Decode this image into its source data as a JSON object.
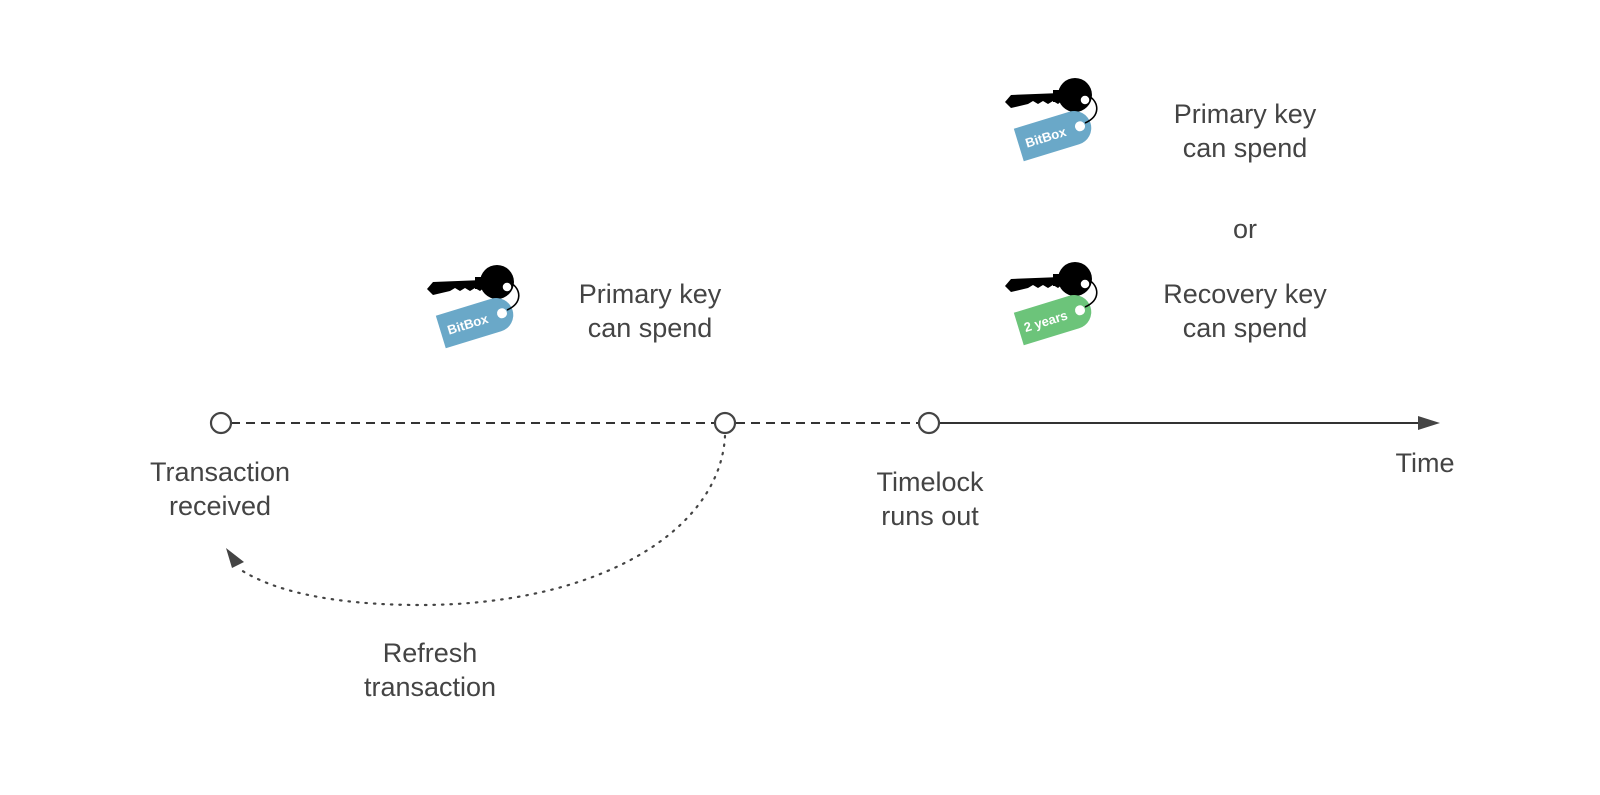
{
  "colors": {
    "line": "#444444",
    "bitbox_tag": "#6aa8c8",
    "recovery_tag": "#6cc47a",
    "key": "#000000",
    "text": "#444444"
  },
  "timeline": {
    "axis_label": "Time",
    "points": [
      {
        "id": "received",
        "label_lines": [
          "Transaction",
          "received"
        ]
      },
      {
        "id": "refresh-point",
        "label_lines": []
      },
      {
        "id": "timelock",
        "label_lines": [
          "Timelock",
          "runs out"
        ]
      }
    ]
  },
  "refresh": {
    "label_lines": [
      "Refresh",
      "transaction"
    ]
  },
  "phase1": {
    "key": {
      "icon": "key-icon",
      "tag_text": "BitBox"
    },
    "label_lines": [
      "Primary key",
      "can spend"
    ]
  },
  "phase2": {
    "primary": {
      "key": {
        "icon": "key-icon",
        "tag_text": "BitBox"
      },
      "label_lines": [
        "Primary key",
        "can spend"
      ]
    },
    "separator": "or",
    "recovery": {
      "key": {
        "icon": "key-icon",
        "tag_text": "2 years"
      },
      "label_lines": [
        "Recovery key",
        "can spend"
      ]
    }
  }
}
